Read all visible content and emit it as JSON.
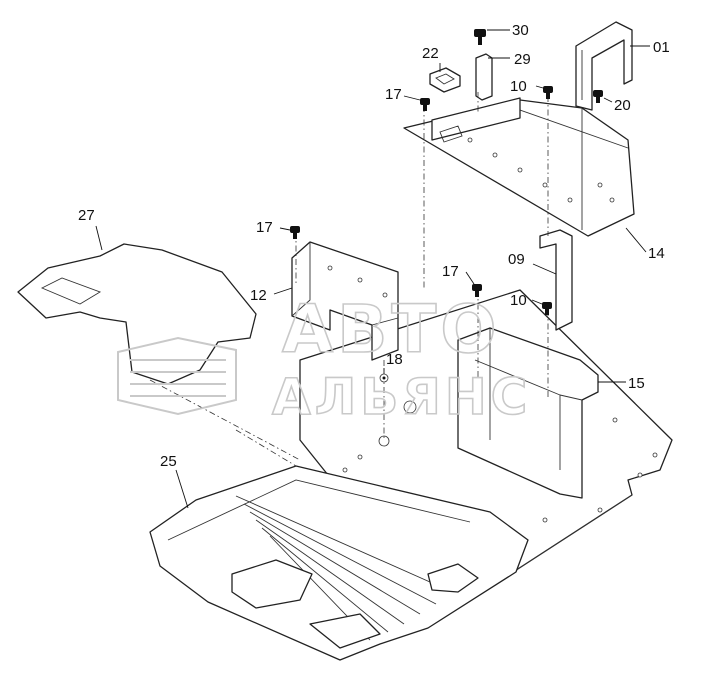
{
  "diagram": {
    "labels": {
      "p01": "01",
      "p09": "09",
      "p10a": "10",
      "p10b": "10",
      "p12": "12",
      "p14": "14",
      "p15": "15",
      "p17a": "17",
      "p17b": "17",
      "p17c": "17",
      "p18": "18",
      "p20": "20",
      "p22": "22",
      "p25": "25",
      "p27": "27",
      "p29": "29",
      "p30": "30"
    },
    "watermark": {
      "line1": "АВТО",
      "line2": "АЛЬЯНС"
    }
  }
}
